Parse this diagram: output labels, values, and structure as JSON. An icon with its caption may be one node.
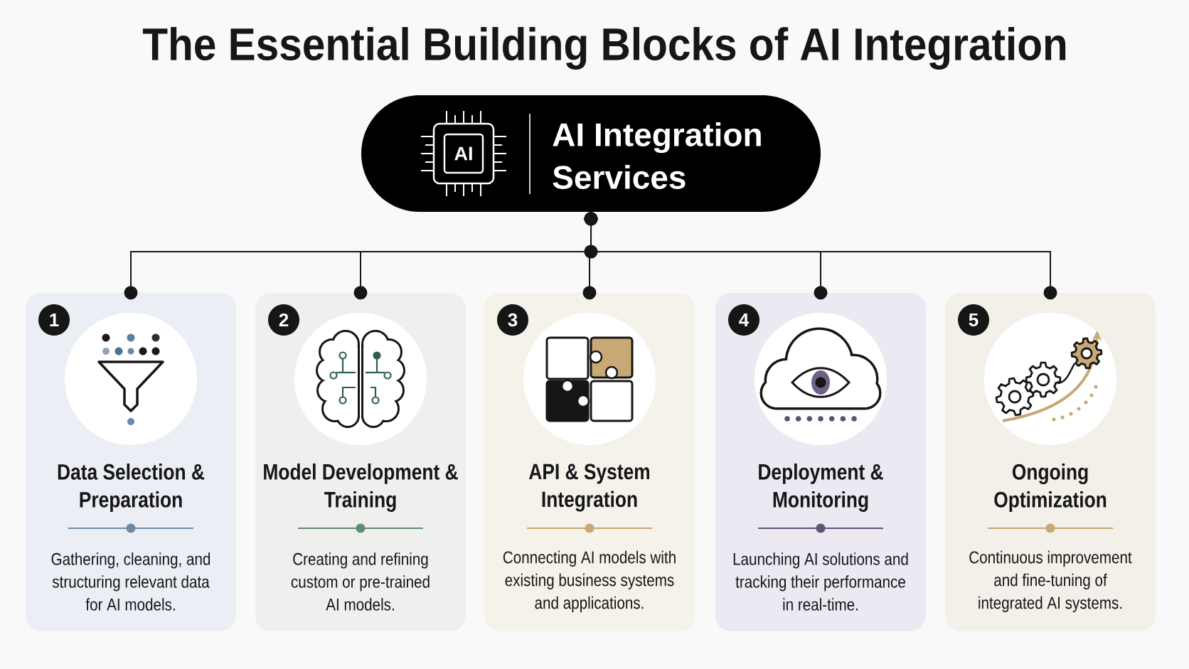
{
  "diagram": {
    "title": "The Essential Building Blocks of AI Integration",
    "nodes": [
      {
        "text": [
          "AI Integration Services"
        ]
      },
      {
        "text": [
          "AI"
        ],
        "in": 0
      },
      {
        "text": [
          "Data Selection & Preparation",
          "Gathering, cleaning, and structuring relevant data for AI models."
        ]
      },
      {
        "text": [
          "1"
        ],
        "in": 2
      },
      {
        "text": [
          "Model Development & Training",
          "Creating and refining custom or pre-trained AI models."
        ]
      },
      {
        "text": [
          "2"
        ],
        "in": 4
      },
      {
        "text": [
          "API & System Integration",
          "Connecting AI models with existing business systems and applications."
        ]
      },
      {
        "text": [
          "3"
        ],
        "in": 6
      },
      {
        "text": [
          "Deployment & Monitoring",
          "Launching AI solutions and tracking their performance in real-time."
        ]
      },
      {
        "text": [
          "4"
        ],
        "in": 8
      },
      {
        "text": [
          "Ongoing Optimization",
          "Continuous improvement and fine-tuning of integrated AI systems."
        ]
      },
      {
        "text": [
          "5"
        ],
        "in": 10
      }
    ],
    "edges": [
      {
        "from": 0,
        "to": 2,
        "arrow": "other"
      },
      {
        "from": 0,
        "to": 4,
        "arrow": "other"
      },
      {
        "from": 0,
        "to": 6,
        "arrow": "other"
      },
      {
        "from": 0,
        "to": 8,
        "arrow": "other"
      },
      {
        "from": 0,
        "to": 10,
        "arrow": "other"
      }
    ]
  }
}
